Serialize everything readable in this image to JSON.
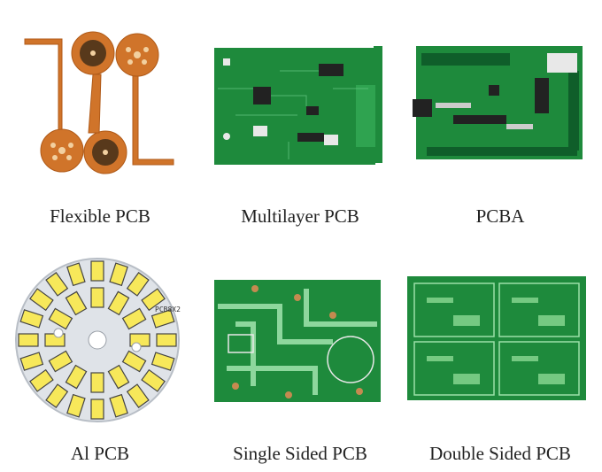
{
  "products": [
    {
      "id": "flexible",
      "label": "Flexible PCB"
    },
    {
      "id": "multilayer",
      "label": "Multilayer PCB"
    },
    {
      "id": "pcba",
      "label": "PCBA"
    },
    {
      "id": "al",
      "label": "Al PCB",
      "board_marking": "PCB8X2"
    },
    {
      "id": "single",
      "label": "Single Sided PCB"
    },
    {
      "id": "double",
      "label": "Double Sided PCB"
    }
  ],
  "colors": {
    "flex_copper": "#d0742a",
    "solder_green": "#1e8a3c",
    "dark_green": "#0f5e2a",
    "aluminum": "#dfe3e8",
    "led_yellow": "#f7e85a"
  }
}
